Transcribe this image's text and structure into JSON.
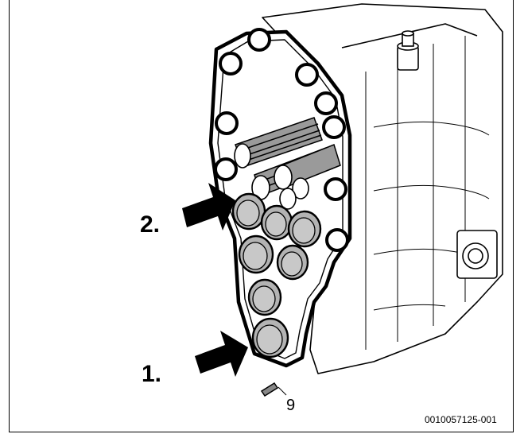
{
  "figure": {
    "step_1_label": "1.",
    "step_2_label": "2.",
    "callout_label": "9",
    "figure_id": "0010057125-001"
  },
  "colors": {
    "line": "#000000",
    "fill_light": "#ffffff",
    "plug_fill": "#b3b3b3",
    "plug_dark": "#7a7a7a",
    "arrow": "#000000"
  }
}
